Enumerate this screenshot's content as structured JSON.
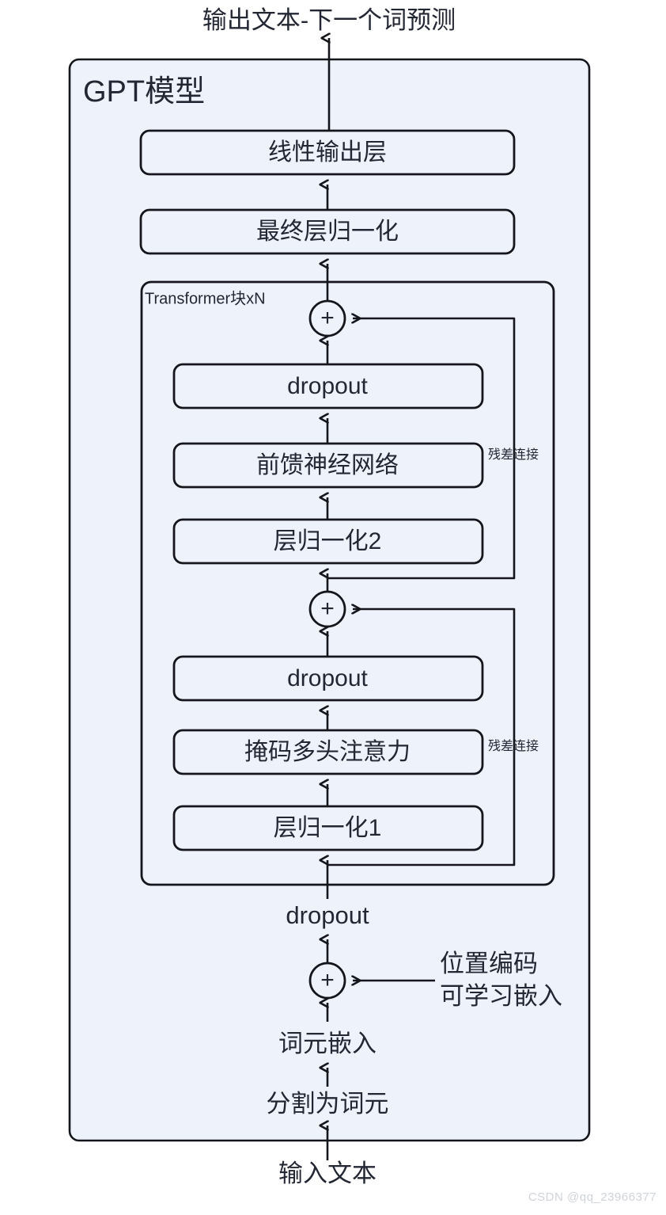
{
  "diagram": {
    "title": "GPT模型",
    "top_label": "输出文本-下一个词预测",
    "bottom_label": "输入文本",
    "transformer_block_label": "Transformer块xN",
    "plus_symbol": "+",
    "colors": {
      "panel_fill": "#eef2fb",
      "box_fill": "#eef2fb",
      "stroke": "#14161c",
      "text": "#232733",
      "plus_fill": "#efe4f7",
      "watermark": "#cfd3da",
      "page_background": "#ffffff"
    },
    "nodes": {
      "linear_output": "线性输出层",
      "final_layernorm": "最终层归一化",
      "dropout_ffn": "dropout",
      "feed_forward": "前馈神经网络",
      "layernorm2": "层归一化2",
      "dropout_attn": "dropout",
      "masked_attention": "掩码多头注意力",
      "layernorm1": "层归一化1",
      "dropout_embed": "dropout",
      "token_embedding": "词元嵌入",
      "tokenize": "分割为词元"
    },
    "annotations": {
      "residual_top": "残差连接",
      "residual_bottom": "残差连接",
      "pos_encoding_line1": "位置编码",
      "pos_encoding_line2": "可学习嵌入"
    },
    "watermark": "CSDN @qq_23966377"
  }
}
